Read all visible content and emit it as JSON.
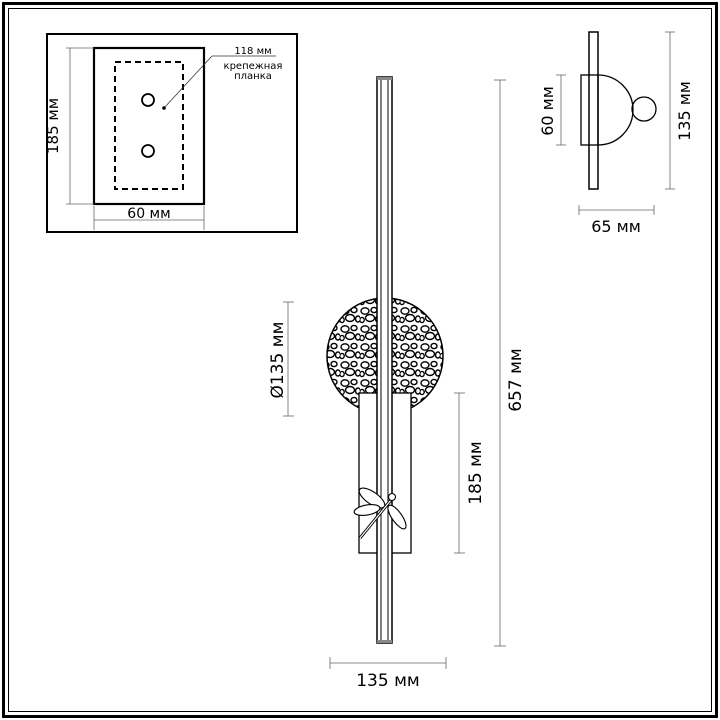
{
  "diagram": {
    "inset_mount": {
      "height_label": "185 мм",
      "width_label": "60 мм",
      "bracket_size_label": "118 мм",
      "bracket_caption_line1": "крепежная",
      "bracket_caption_line2": "планка"
    },
    "side_view": {
      "base_height_label": "60 мм",
      "total_height_label": "135 мм",
      "depth_label": "65 мм"
    },
    "front_view": {
      "disc_diameter_label": "Ø135 мм",
      "base_plate_height_label": "185 мм",
      "total_height_label": "657 мм",
      "width_label": "135 мм"
    },
    "colors": {
      "line": "#000000",
      "dimension_line": "#555555",
      "background": "#ffffff"
    }
  }
}
